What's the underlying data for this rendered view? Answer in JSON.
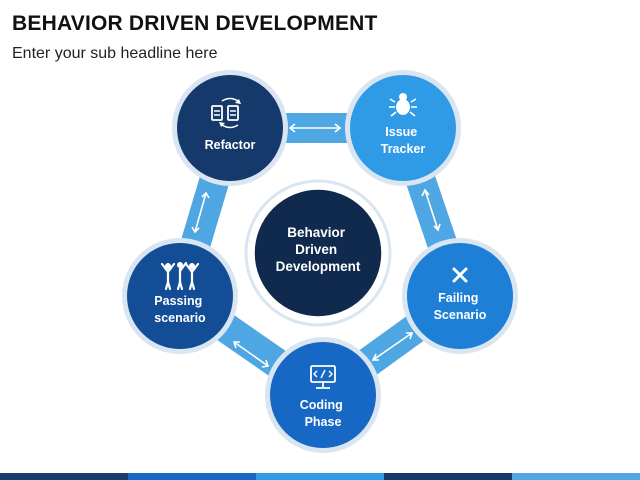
{
  "title": "BEHAVIOR DRIVEN DEVELOPMENT",
  "subtitle": "Enter your sub headline here",
  "center": {
    "lines": [
      "Behavior",
      "Driven",
      "Development"
    ]
  },
  "nodes": [
    {
      "lines": [
        "Refactor"
      ],
      "icon": "refactor-icon",
      "color": "#15396b"
    },
    {
      "lines": [
        "Issue",
        "Tracker"
      ],
      "icon": "bug-icon",
      "color": "#2f9be6"
    },
    {
      "lines": [
        "Failing",
        "Scenario"
      ],
      "icon": "x-mark-icon",
      "color": "#1d7fd6"
    },
    {
      "lines": [
        "Coding",
        "Phase"
      ],
      "icon": "code-monitor-icon",
      "color": "#1768c4"
    },
    {
      "lines": [
        "Passing",
        "scenario"
      ],
      "icon": "team-icon",
      "color": "#124d96"
    }
  ],
  "colors": {
    "connector": "#4ea6e2",
    "arrow": "#ffffff",
    "center_fill": "#0f2a4d",
    "ring": "#d9e6f2",
    "bottom_bar": [
      "#1a3d6b",
      "#1768c4",
      "#2f9be6",
      "#15396b",
      "#4ea6e2"
    ]
  }
}
